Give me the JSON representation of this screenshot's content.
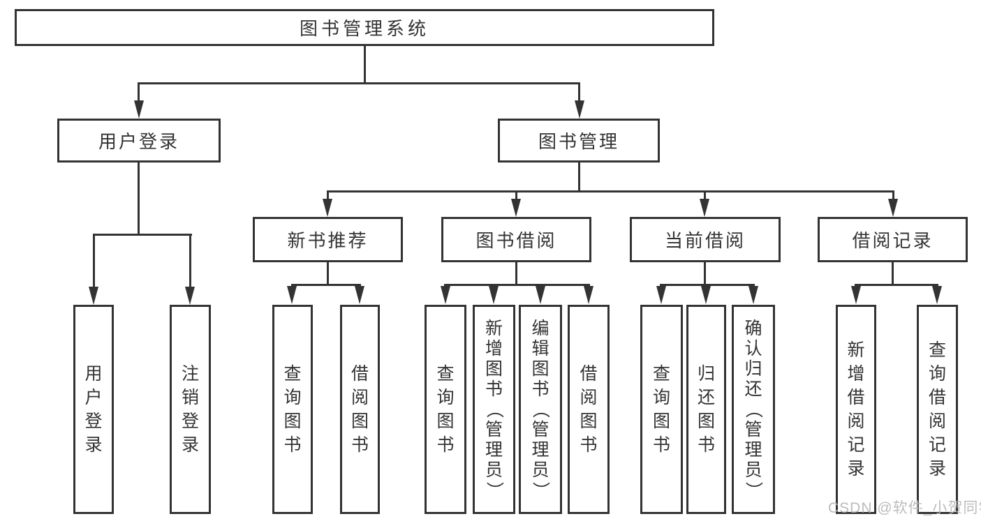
{
  "diagram": {
    "title": "图书管理系统",
    "nodes": {
      "root": "图书管理系统",
      "user_login": "用户登录",
      "book_management": "图书管理",
      "new_book_recommend": "新书推荐",
      "book_borrow": "图书借阅",
      "current_borrow": "当前借阅",
      "borrow_records": "借阅记录"
    },
    "leaves": {
      "user_login": [
        "用户登录",
        "注销登录"
      ],
      "new_book": [
        "查询图书",
        "借阅图书"
      ],
      "book_borrow": [
        "查询图书",
        "新增图书（管理员）",
        "编辑图书（管理员）",
        "借阅图书"
      ],
      "current_borrow": [
        "查询图书",
        "归还图书",
        "确认归还（管理员）"
      ],
      "borrow_records": [
        "新增借阅记录",
        "查询借阅记录"
      ]
    },
    "watermark": "CSDN @软件_小贺同学",
    "colors": {
      "line": "#333333",
      "text": "#333333",
      "watermark": "#b5b5b5",
      "background": "#ffffff"
    }
  }
}
